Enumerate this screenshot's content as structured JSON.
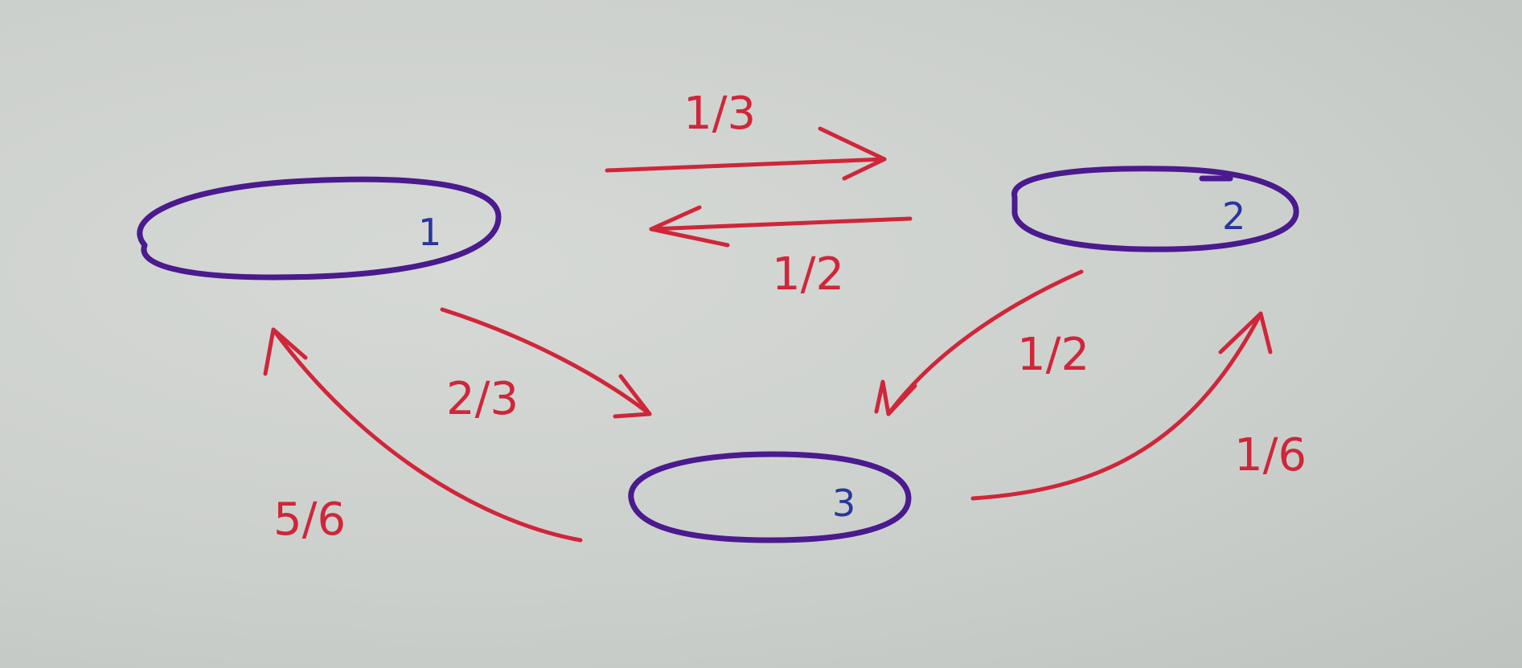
{
  "colors": {
    "paper": "#cdd1cd",
    "node_stroke": "#4a1a8e",
    "node_label": "#2a35a0",
    "edge": "#d0263a"
  },
  "nodes": [
    {
      "id": "1",
      "label": "1"
    },
    {
      "id": "2",
      "label": "2"
    },
    {
      "id": "3",
      "label": "3"
    }
  ],
  "edges": [
    {
      "from": "1",
      "to": "2",
      "label": "1/3"
    },
    {
      "from": "2",
      "to": "1",
      "label": "1/2"
    },
    {
      "from": "1",
      "to": "3",
      "label": "2/3"
    },
    {
      "from": "2",
      "to": "3",
      "label": "1/2"
    },
    {
      "from": "3",
      "to": "1",
      "label": "5/6"
    },
    {
      "from": "3",
      "to": "2",
      "label": "1/6"
    }
  ]
}
